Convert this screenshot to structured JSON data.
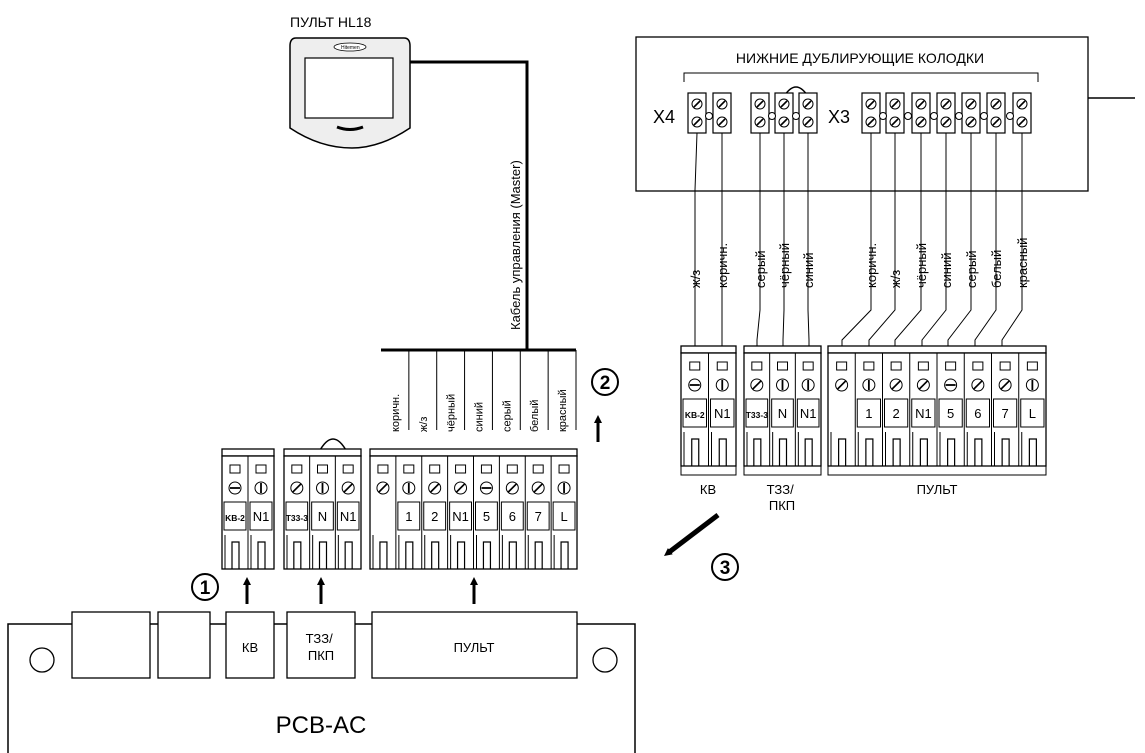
{
  "remote": {
    "title": "ПУЛЬТ HL18",
    "brand": "Hitemen"
  },
  "cable_label": "Кабель управления (Master)",
  "panel": {
    "title": "НИЖНИЕ ДУБЛИРУЮЩИЕ КОЛОДКИ",
    "x4": "X4",
    "x3": "X3",
    "wires": [
      "ж/з",
      "коричн.",
      "серый",
      "чёрный",
      "синий",
      "коричн.",
      "ж/з",
      "чёрный",
      "синий",
      "серый",
      "белый",
      "красный"
    ]
  },
  "left_wires": [
    "коричн.",
    "ж/з",
    "чёрный",
    "синий",
    "серый",
    "белый",
    "красный"
  ],
  "terminals": {
    "kv": [
      "KB-2",
      "N1"
    ],
    "tzz": [
      "T33-3",
      "N",
      "N1"
    ],
    "pult": [
      "",
      "1",
      "2",
      "N1",
      "5",
      "6",
      "7",
      "L"
    ]
  },
  "group_labels": {
    "kv": "КВ",
    "tzz": "ТЗЗ/\nПКП",
    "pult": "ПУЛЬТ"
  },
  "board": {
    "title": "PCB-AC",
    "kv": "КВ",
    "tzz": "ТЗЗ/\nПКП",
    "pult": "ПУЛЬТ"
  },
  "markers": [
    "1",
    "2",
    "3"
  ]
}
